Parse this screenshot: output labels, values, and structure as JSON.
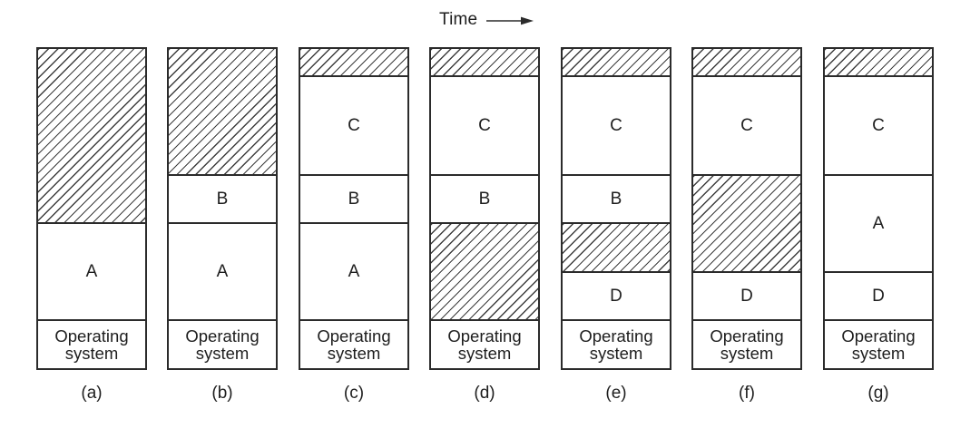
{
  "header": {
    "time_label": "Time",
    "arrow_icon": "right-arrow"
  },
  "columns": [
    {
      "caption": "(a)",
      "segments": [
        {
          "kind": "free",
          "span": 193
        },
        {
          "kind": "process",
          "label": "A",
          "span": 107
        },
        {
          "kind": "os",
          "label": "Operating system",
          "span": 56
        }
      ]
    },
    {
      "caption": "(b)",
      "segments": [
        {
          "kind": "free",
          "span": 140
        },
        {
          "kind": "process",
          "label": "B",
          "span": 53
        },
        {
          "kind": "process",
          "label": "A",
          "span": 107
        },
        {
          "kind": "os",
          "label": "Operating system",
          "span": 56
        }
      ]
    },
    {
      "caption": "(c)",
      "segments": [
        {
          "kind": "free",
          "span": 31
        },
        {
          "kind": "process",
          "label": "C",
          "span": 109
        },
        {
          "kind": "process",
          "label": "B",
          "span": 53
        },
        {
          "kind": "process",
          "label": "A",
          "span": 107
        },
        {
          "kind": "os",
          "label": "Operating system",
          "span": 56
        }
      ]
    },
    {
      "caption": "(d)",
      "segments": [
        {
          "kind": "free",
          "span": 31
        },
        {
          "kind": "process",
          "label": "C",
          "span": 109
        },
        {
          "kind": "process",
          "label": "B",
          "span": 53
        },
        {
          "kind": "free",
          "span": 107
        },
        {
          "kind": "os",
          "label": "Operating system",
          "span": 56
        }
      ]
    },
    {
      "caption": "(e)",
      "segments": [
        {
          "kind": "free",
          "span": 31
        },
        {
          "kind": "process",
          "label": "C",
          "span": 109
        },
        {
          "kind": "process",
          "label": "B",
          "span": 53
        },
        {
          "kind": "free",
          "span": 54
        },
        {
          "kind": "process",
          "label": "D",
          "span": 53
        },
        {
          "kind": "os",
          "label": "Operating system",
          "span": 56
        }
      ]
    },
    {
      "caption": "(f)",
      "segments": [
        {
          "kind": "free",
          "span": 31
        },
        {
          "kind": "process",
          "label": "C",
          "span": 109
        },
        {
          "kind": "free",
          "span": 107
        },
        {
          "kind": "process",
          "label": "D",
          "span": 53
        },
        {
          "kind": "os",
          "label": "Operating system",
          "span": 56
        }
      ]
    },
    {
      "caption": "(g)",
      "segments": [
        {
          "kind": "free",
          "span": 31
        },
        {
          "kind": "process",
          "label": "C",
          "span": 109
        },
        {
          "kind": "process",
          "label": "A",
          "span": 107
        },
        {
          "kind": "process",
          "label": "D",
          "span": 53
        },
        {
          "kind": "os",
          "label": "Operating system",
          "span": 56
        }
      ]
    }
  ],
  "colors": {
    "line": "#2b2b2b",
    "text": "#1e1e1e",
    "background": "#ffffff"
  }
}
